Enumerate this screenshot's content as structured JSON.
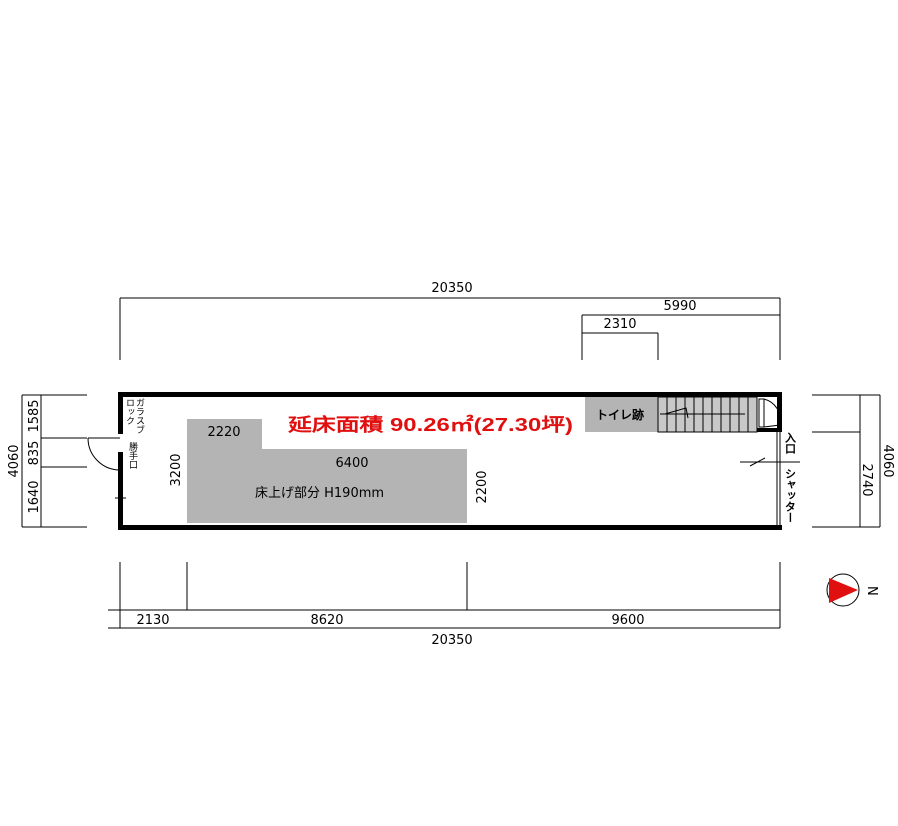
{
  "title": "延床面積  90.26㎡(27.30坪)",
  "dimensions": {
    "top_total": "20350",
    "top_right": "5990",
    "top_sub": "2310",
    "bottom_left": "2130",
    "bottom_mid": "8620",
    "bottom_right": "9600",
    "bottom_total": "20350",
    "left_total": "4060",
    "left_top": "1585",
    "left_mid": "835",
    "left_bottom": "1640",
    "right_total": "4060",
    "right_sub": "2740",
    "raised_width_top": "2220",
    "raised_length": "6400",
    "raised_depth_left": "3200",
    "raised_depth_right": "2200"
  },
  "labels": {
    "raised_floor": "床上げ部分  H190mm",
    "toilet": "トイレ跡",
    "glass_block": "ガラスブロック",
    "side_door": "勝手口",
    "entrance": "入口",
    "shutter": "シャッター",
    "north": "N"
  },
  "colors": {
    "area_text": "#e01010",
    "raised_floor": "#b4b4b4",
    "north_arrow": "#e01010"
  }
}
